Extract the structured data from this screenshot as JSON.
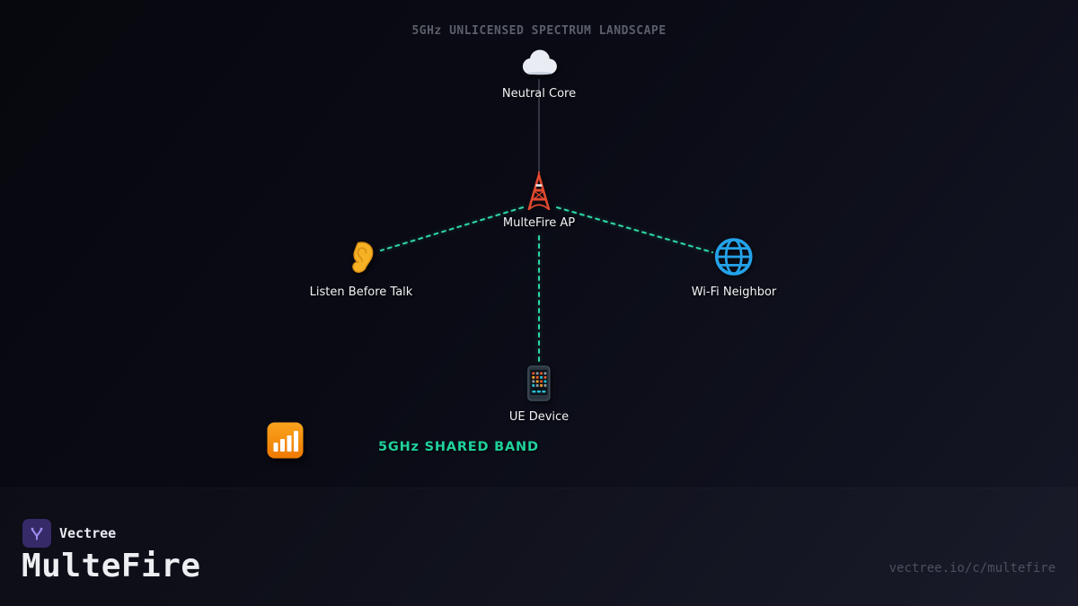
{
  "title": "5GHz UNLICENSED SPECTRUM LANDSCAPE",
  "diagram": {
    "nodes": [
      {
        "id": "neutral-core",
        "label": "Neutral Core",
        "icon": "cloud-icon"
      },
      {
        "id": "multefire-ap",
        "label": "MulteFire AP",
        "icon": "tower-icon"
      },
      {
        "id": "listen-before-talk",
        "label": "Listen Before Talk",
        "icon": "ear-icon"
      },
      {
        "id": "wifi-neighbor",
        "label": "Wi-Fi Neighbor",
        "icon": "globe-icon"
      },
      {
        "id": "ue-device",
        "label": "UE Device",
        "icon": "smartphone-icon"
      }
    ],
    "edges": [
      {
        "from": "neutral-core",
        "to": "multefire-ap",
        "style": "solid"
      },
      {
        "from": "multefire-ap",
        "to": "listen-before-talk",
        "style": "dashed"
      },
      {
        "from": "multefire-ap",
        "to": "wifi-neighbor",
        "style": "dashed"
      },
      {
        "from": "multefire-ap",
        "to": "ue-device",
        "style": "dashed"
      }
    ],
    "annotation": {
      "label": "5GHz SHARED BAND",
      "icon": "bar-chart-icon"
    }
  },
  "footer": {
    "brand": "Vectree",
    "title": "MulteFire",
    "url": "vectree.io/c/multefire"
  },
  "colors": {
    "background_top": "#07070e",
    "background_bottom": "#151726",
    "accent": "#1fd19c",
    "edge_dashed": "#2fe3ab",
    "edge_solid": "#4d525c",
    "muted_text": "#5a5f6a",
    "label_text": "#f2f3f7",
    "globe_blue": "#24a2ea",
    "chart_orange": "#f59300",
    "logo_purple": "#372a68"
  }
}
